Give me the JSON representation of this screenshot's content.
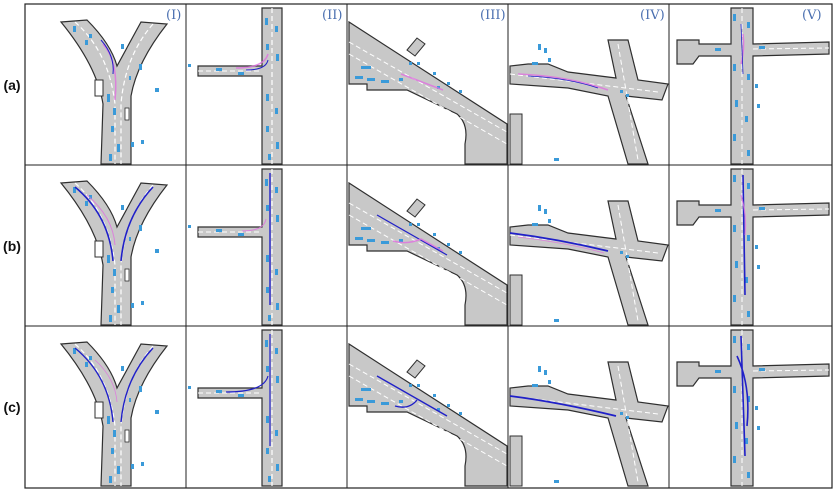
{
  "figure": {
    "row_labels": [
      "(a)",
      "(b)",
      "(c)"
    ],
    "column_labels": [
      "(I)",
      "(II)",
      "(III)",
      "(IV)",
      "(V)"
    ],
    "colors": {
      "road_fill": "#c8c8c8",
      "road_edge": "#2f2f2f",
      "lane_line": "#ffffff",
      "vehicle": "#3a9ad9",
      "trajectory_blue": "#2020c8",
      "trajectory_magenta": "#e070e0",
      "frame_border": "#222222"
    }
  }
}
